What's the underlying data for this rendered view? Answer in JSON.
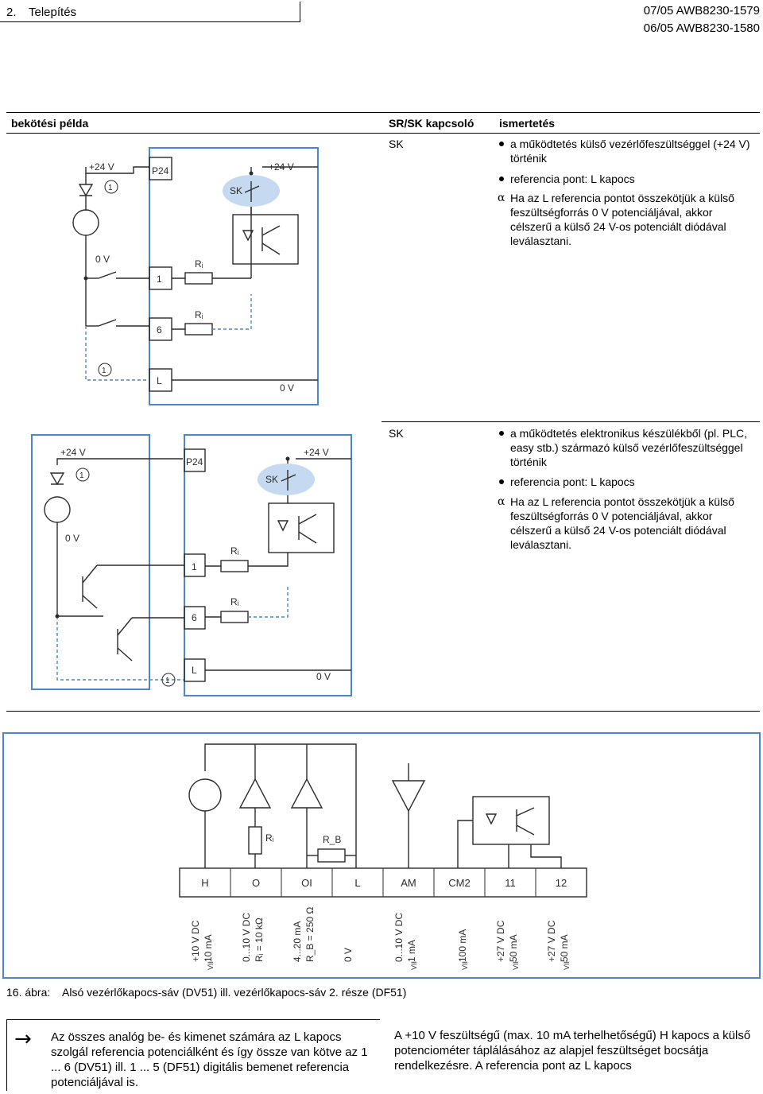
{
  "header": {
    "section_number": "2.",
    "section_title": "Telepítés",
    "doc_ref_1": "07/05 AWB8230-1579",
    "doc_ref_2": "06/05 AWB8230-1580"
  },
  "table": {
    "col_example": "bekötési példa",
    "col_switch": "SR/SK kapcsoló",
    "col_description": "ismertetés",
    "rows": [
      {
        "switch": "SK",
        "bullets": [
          "a működtetés külső vezérlőfeszültséggel (+24 V) történik",
          "referencia pont: L kapocs"
        ],
        "note_symbol": "α",
        "note": "Ha az L referencia pontot összekötjük a külső feszültségforrás 0 V potenciáljával, akkor célszerű a külső 24 V-os potenciált diódával leválasztani."
      },
      {
        "switch": "SK",
        "bullets": [
          "a működtetés elektronikus készülékből (pl. PLC, easy stb.) származó külső vezérlőfeszültséggel történik",
          "referencia pont: L kapocs"
        ],
        "note_symbol": "α",
        "note": "Ha az L referencia pontot összekötjük a külső feszültségforrás 0 V potenciáljával, akkor célszerű a külső 24 V-os potenciált diódával leválasztani."
      }
    ]
  },
  "diagram1": {
    "plus24_left": "+24 V",
    "p24": "P24",
    "plus24_right": "+24 V",
    "sk": "SK",
    "zero_v_left": "0 V",
    "t1": "1",
    "t6": "6",
    "tL": "L",
    "ri": "Rᵢ",
    "zero_v_bottom": "0 V",
    "marker": "1"
  },
  "diagram2": {
    "plus24_left": "+24 V",
    "p24": "P24",
    "plus24_right": "+24 V",
    "sk": "SK",
    "zero_v_left": "0 V",
    "t1": "1",
    "t6": "6",
    "tL": "L",
    "ri": "Rᵢ",
    "zero_v_bottom": "0 V",
    "marker": "1"
  },
  "diagram3": {
    "terminals": [
      "H",
      "O",
      "OI",
      "L",
      "AM",
      "CM2",
      "11",
      "12"
    ],
    "ri": "Rᵢ",
    "rb": "R_B",
    "labels": [
      [
        "+10 V DC",
        "10 mA"
      ],
      [
        "0...10 V DC",
        "Rᵢ = 10 kΩ"
      ],
      [
        "4...20 mA",
        "R_B = 250 Ω"
      ],
      [
        "0 V",
        ""
      ],
      [
        "0...10 V DC",
        "1 mA"
      ],
      [
        "",
        "100 mA"
      ],
      [
        "+27 V DC",
        "50 mA"
      ],
      [
        "+27 V DC",
        "50 mA"
      ]
    ],
    "vi_marks": [
      "VII",
      "",
      "",
      "",
      "VII",
      "VII",
      "VII",
      "VII"
    ]
  },
  "caption": {
    "number": "16. ábra:",
    "text": "Alsó vezérlőkapocs-sáv (DV51) ill. vezérlőkapocs-sáv 2. része (DF51)"
  },
  "footer": {
    "arrow": "→",
    "left_text": "Az összes analóg be- és kimenet számára az L kapocs szolgál referencia potenciálként és így össze van kötve az 1 ... 6 (DV51) ill. 1 ... 5 (DF51) digitális bemenet referencia potenciáljával is.",
    "right_text": "A +10 V feszültségű (max. 10 mA terhelhetőségű) H kapocs a külső potenciométer táplálásához az alapjel feszültséget bocsátja rendelkezésre. A referencia pont az L kapocs"
  }
}
